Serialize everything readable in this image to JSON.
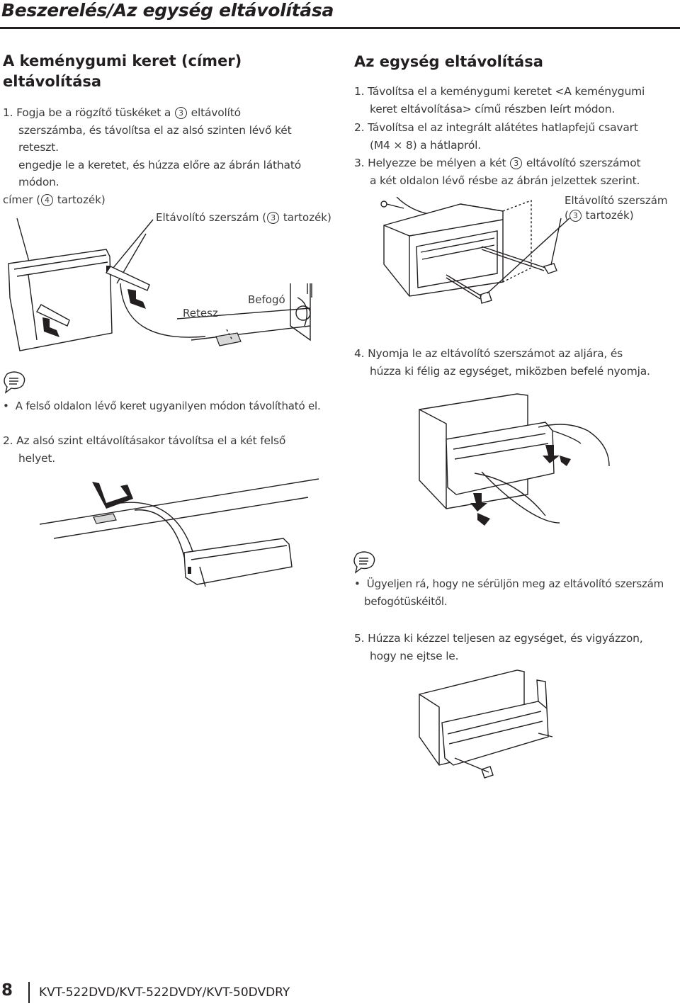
{
  "header": {
    "title": "Beszerelés/Az egység eltávolítása"
  },
  "left": {
    "section_title_line1": "A keménygumi keret (címer)",
    "section_title_line2": "eltávolítása",
    "step1": {
      "num": "1.",
      "l1a": "Fogja be a rögzítő tüskéket a",
      "circ": "3",
      "l1b": "eltávolító",
      "l2": "szerszámba, és távolítsa el az alsó szinten lévő két",
      "l3": "reteszt.",
      "l4": "engedje le a keretet, és húzza előre az ábrán látható",
      "l5": "módon."
    },
    "fig1": {
      "label_cimer_a": "címer (",
      "label_cimer_circ": "4",
      "label_cimer_b": " tartozék)",
      "label_tool_a": "Eltávolító szerszám (",
      "label_tool_circ": "3",
      "label_tool_b": " tartozék)",
      "label_retesz": "Retesz",
      "label_befogo": "Befogó"
    },
    "note1": {
      "icon": "note-icon",
      "text": "A felső oldalon lévő keret ugyanilyen módon távolítható el."
    },
    "step2": {
      "num": "2.",
      "l1": "Az alsó szint eltávolításakor távolítsa el a két felső",
      "l2": "helyet."
    }
  },
  "right": {
    "section_title": "Az egység eltávolítása",
    "step1": {
      "num": "1.",
      "l1": "Távolítsa el a keménygumi keretet <A keménygumi",
      "l2": "keret eltávolítása> című részben leírt módon."
    },
    "step2": {
      "num": "2.",
      "l1": "Távolítsa el az integrált alátétes hatlapfejű csavart",
      "l2": "(M4 × 8) a hátlapról."
    },
    "step3": {
      "num": "3.",
      "l1a": "Helyezze be mélyen a két",
      "circ": "3",
      "l1b": "eltávolító szerszámot",
      "l2": "a két oldalon lévő résbe az ábrán jelzettek szerint."
    },
    "fig3": {
      "label_a": "Eltávolító szerszám",
      "label_b1": "(",
      "label_circ": "3",
      "label_b2": " tartozék)"
    },
    "step4": {
      "num": "4.",
      "l1": "Nyomja le az eltávolító szerszámot az aljára, és",
      "l2": "húzza ki félig az egységet, miközben befelé nyomja."
    },
    "note2": {
      "icon": "note-icon",
      "l1": "Ügyeljen rá, hogy ne sérüljön meg az eltávolító szerszám",
      "l2": "befogótüskéitől."
    },
    "step5": {
      "num": "5.",
      "l1": "Húzza ki kézzel teljesen az egységet, és vigyázzon,",
      "l2": "hogy ne ejtse le."
    }
  },
  "footer": {
    "page_number": "8",
    "model": "KVT-522DVD/KVT-522DVDY/KVT-50DVDRY"
  }
}
